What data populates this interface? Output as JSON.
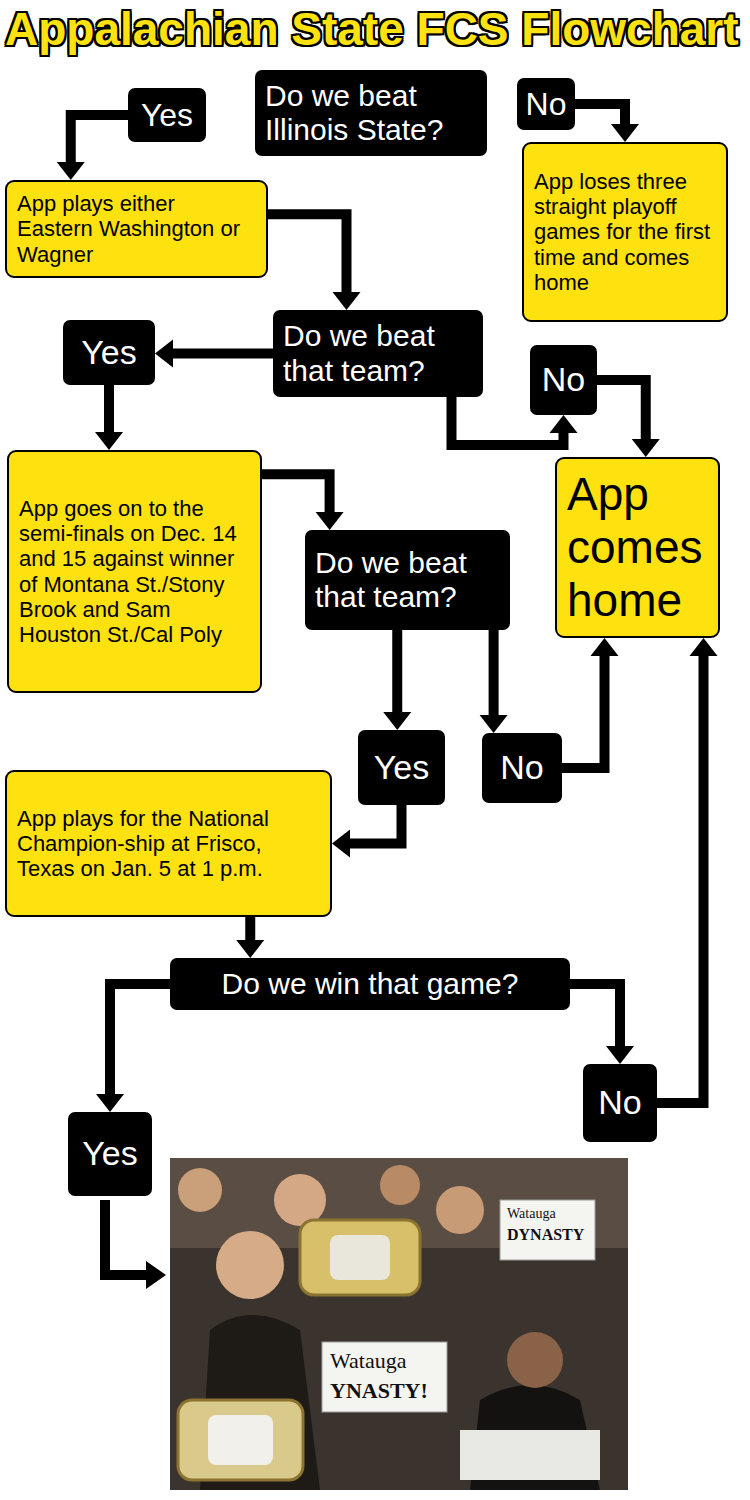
{
  "diagram": {
    "title": "Appalachian State FCS Flowchart",
    "nodes": [
      {
        "text": [
          "Do we beat Illinois State?"
        ]
      },
      {
        "text": [
          "Yes"
        ]
      },
      {
        "text": [
          "No"
        ]
      },
      {
        "text": [
          "App plays either Eastern Washington or Wagner"
        ]
      },
      {
        "text": [
          "App loses three straight playoff games for the first time and comes home"
        ]
      },
      {
        "text": [
          "Do we beat that team?"
        ]
      },
      {
        "text": [
          "Yes"
        ]
      },
      {
        "text": [
          "No"
        ]
      },
      {
        "text": [
          "App goes on to the semi-finals on Dec. 14 and 15 against winner of Montana St./Stony Brook and Sam Houston St./Cal Poly"
        ]
      },
      {
        "text": [
          "App comes home"
        ]
      },
      {
        "text": [
          "Do we beat that team?"
        ]
      },
      {
        "text": [
          "Yes"
        ]
      },
      {
        "text": [
          "No"
        ]
      },
      {
        "text": [
          "App plays for the National Champion-ship at Frisco, Texas on Jan. 5 at 1 p.m."
        ]
      },
      {
        "text": [
          "Do we win that game?"
        ]
      },
      {
        "text": [
          "No"
        ]
      },
      {
        "text": [
          "Yes"
        ]
      }
    ],
    "edges": [
      {
        "from": 1,
        "to": 3,
        "arrow": "to"
      },
      {
        "from": 2,
        "to": 4,
        "arrow": "to"
      },
      {
        "from": 3,
        "to": 5,
        "arrow": "to"
      },
      {
        "from": 5,
        "to": 6,
        "arrow": "to"
      },
      {
        "from": 6,
        "to": 8,
        "arrow": "to"
      },
      {
        "from": 5,
        "to": 7,
        "arrow": "to"
      },
      {
        "from": 7,
        "to": 9,
        "arrow": "to"
      },
      {
        "from": 8,
        "to": 10,
        "arrow": "to"
      },
      {
        "from": 10,
        "to": 11,
        "arrow": "to"
      },
      {
        "from": 10,
        "to": 12,
        "arrow": "to"
      },
      {
        "from": 12,
        "to": 9,
        "arrow": "to"
      },
      {
        "from": 11,
        "to": 13,
        "arrow": "to"
      },
      {
        "from": 13,
        "to": 14,
        "arrow": "to"
      },
      {
        "from": 14,
        "to": 15,
        "arrow": "to"
      },
      {
        "from": 14,
        "to": 16,
        "arrow": "to"
      },
      {
        "from": 15,
        "to": 9,
        "arrow": "to"
      }
    ],
    "labels": [
      "Watauga",
      "DYNASTY",
      "Watauga",
      "YNASTY!"
    ]
  }
}
